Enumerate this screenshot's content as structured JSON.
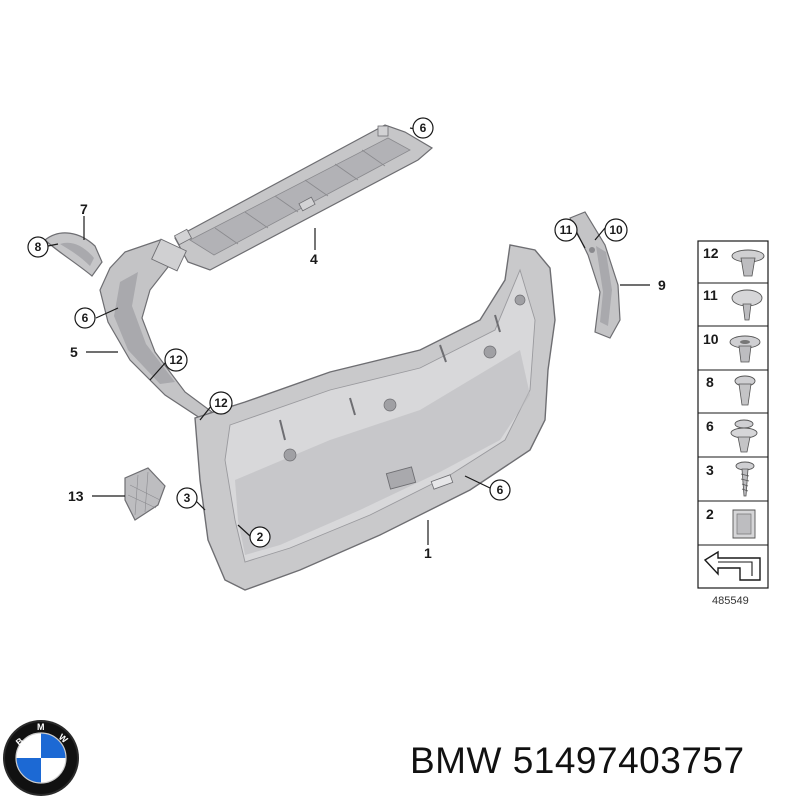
{
  "diagram": {
    "callouts": {
      "c1": "1",
      "c2": "2",
      "c3": "3",
      "c4": "4",
      "c5": "5",
      "c6a": "6",
      "c6b": "6",
      "c6c": "6",
      "c7": "7",
      "c8": "8",
      "c9": "9",
      "c10": "10",
      "c11": "11",
      "c12a": "12",
      "c12b": "12",
      "c13": "13"
    },
    "legend": [
      {
        "num": "12",
        "part": "push-rivet-wide"
      },
      {
        "num": "11",
        "part": "push-rivet"
      },
      {
        "num": "10",
        "part": "expanding-rivet"
      },
      {
        "num": "8",
        "part": "clip"
      },
      {
        "num": "6",
        "part": "spreader-clip"
      },
      {
        "num": "3",
        "part": "screw"
      },
      {
        "num": "2",
        "part": "clip-nut"
      }
    ],
    "ref_number": "485549"
  },
  "brand": {
    "logo_letters": "BMW",
    "caption": "BMW 51497403757"
  },
  "colors": {
    "panel": "#c9c9cb",
    "panel_dark": "#a9a9ad",
    "panel_light": "#dcdcde",
    "outline": "#6e6e72",
    "bmw_blue": "#1c69d4",
    "bmw_black": "#111111"
  }
}
